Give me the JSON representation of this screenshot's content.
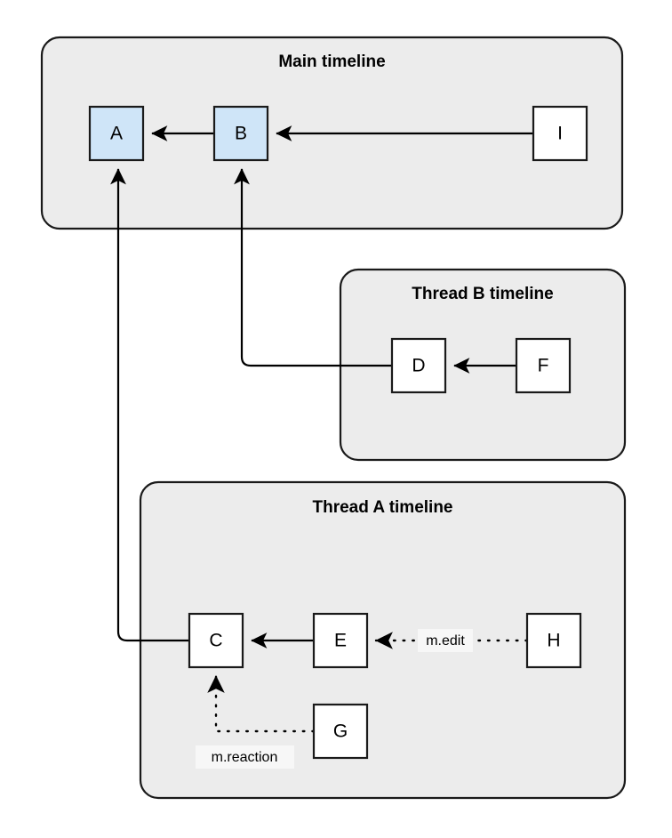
{
  "diagram": {
    "title_hidden": "",
    "colors": {
      "container_fill": "#ececec",
      "container_stroke": "#1a1a1a",
      "node_highlight_fill": "#cfe5f8",
      "node_plain_fill": "#ffffff",
      "node_stroke": "#1a1a1a",
      "edge_stroke": "#000000",
      "label_bg": "#f7f7f7",
      "page_bg": "#ffffff"
    },
    "containers": [
      {
        "id": "main",
        "title": "Main timeline"
      },
      {
        "id": "threadb",
        "title": "Thread B timeline"
      },
      {
        "id": "threada",
        "title": "Thread A timeline"
      }
    ],
    "nodes": [
      {
        "id": "A",
        "label": "A",
        "style": "highlight"
      },
      {
        "id": "B",
        "label": "B",
        "style": "highlight"
      },
      {
        "id": "I",
        "label": "I",
        "style": "plain"
      },
      {
        "id": "D",
        "label": "D",
        "style": "plain"
      },
      {
        "id": "F",
        "label": "F",
        "style": "plain"
      },
      {
        "id": "C",
        "label": "C",
        "style": "plain"
      },
      {
        "id": "E",
        "label": "E",
        "style": "plain"
      },
      {
        "id": "H",
        "label": "H",
        "style": "plain"
      },
      {
        "id": "G",
        "label": "G",
        "style": "plain"
      }
    ],
    "edges": [
      {
        "id": "B-A",
        "from": "B",
        "to": "A",
        "style": "solid",
        "label": ""
      },
      {
        "id": "I-B",
        "from": "I",
        "to": "B",
        "style": "solid",
        "label": ""
      },
      {
        "id": "F-D",
        "from": "F",
        "to": "D",
        "style": "solid",
        "label": ""
      },
      {
        "id": "D-B",
        "from": "D",
        "to": "B",
        "style": "solid",
        "label": ""
      },
      {
        "id": "C-A",
        "from": "C",
        "to": "A",
        "style": "solid",
        "label": ""
      },
      {
        "id": "E-C",
        "from": "E",
        "to": "C",
        "style": "solid",
        "label": ""
      },
      {
        "id": "H-E",
        "from": "H",
        "to": "E",
        "style": "dotted",
        "label": "m.edit"
      },
      {
        "id": "G-C",
        "from": "G",
        "to": "C",
        "style": "dotted",
        "label": "m.reaction"
      }
    ]
  }
}
